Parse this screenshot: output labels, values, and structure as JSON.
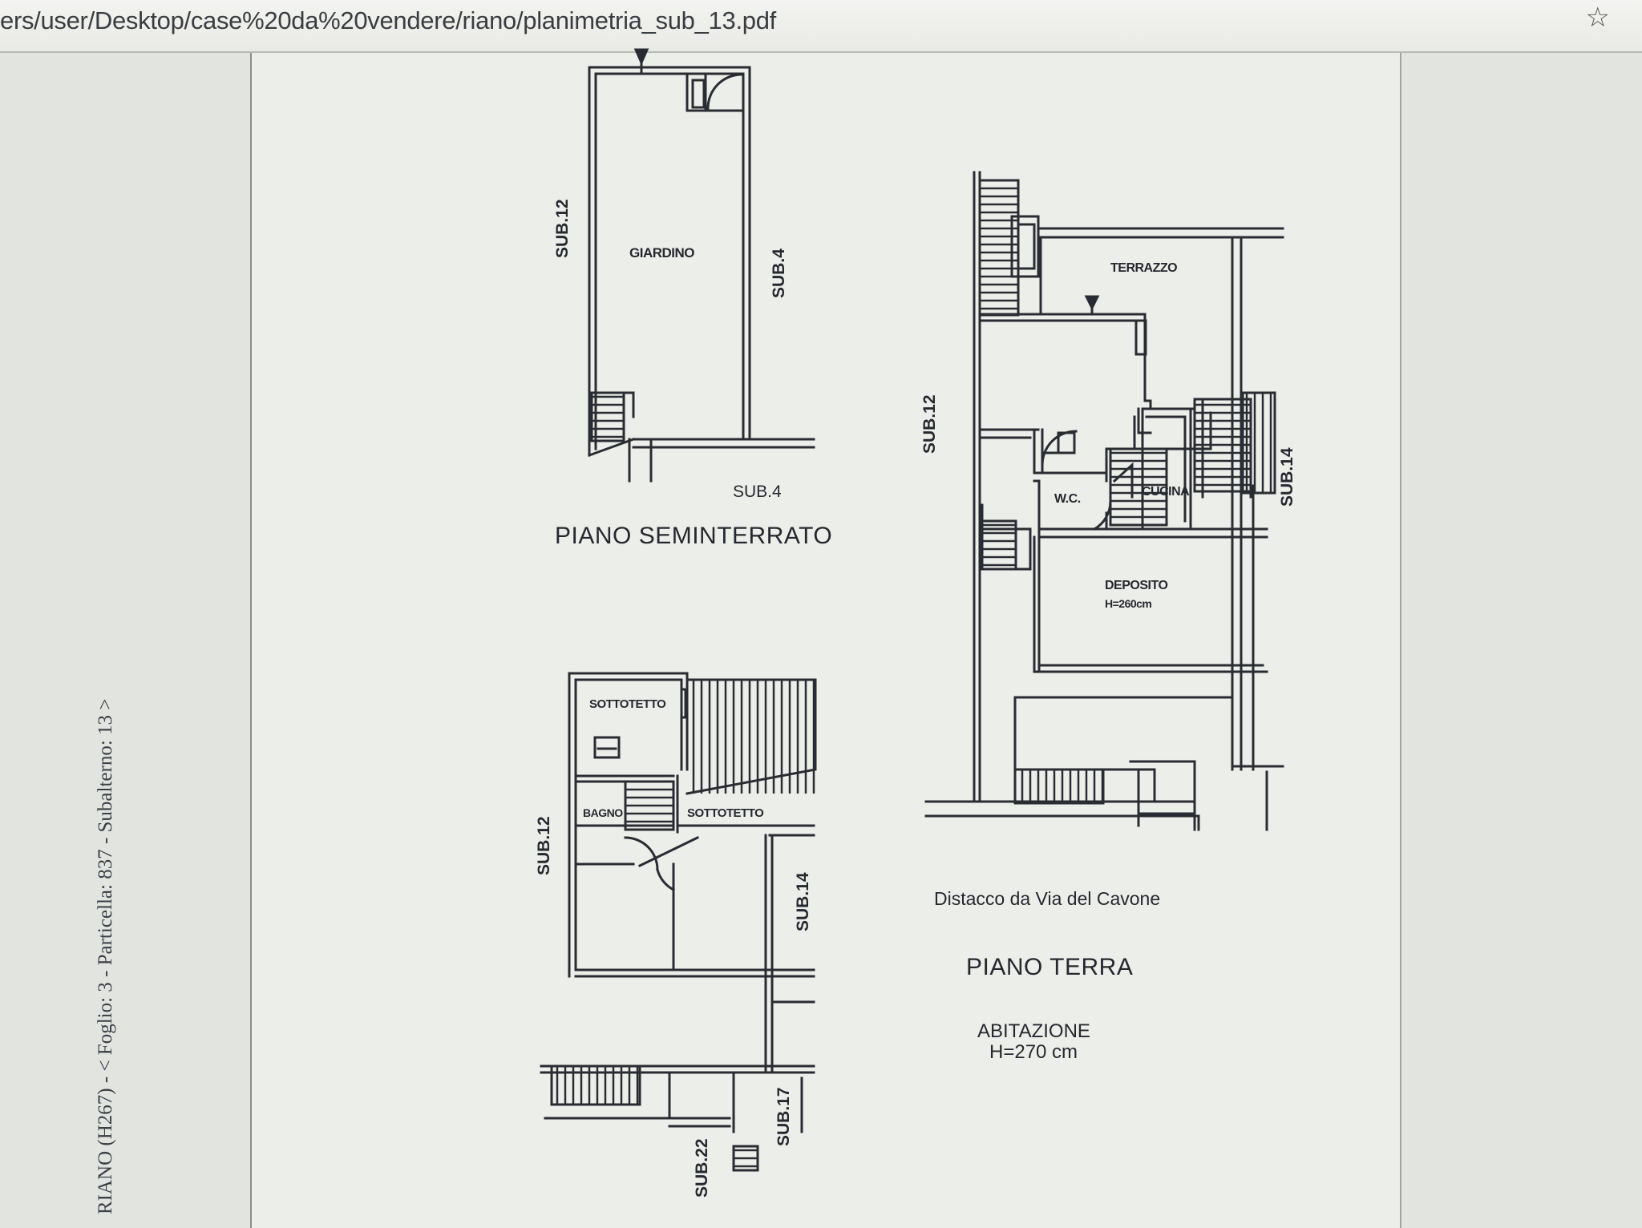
{
  "browser": {
    "url": "ers/user/Desktop/case%20da%20vendere/riano/planimetria_sub_13.pdf",
    "bookmark_icon": "star-icon"
  },
  "document": {
    "side_caption": "RIANO (H267) - < Foglio: 3 - Particella: 837 - Subalterno: 13 >",
    "seminterrato": {
      "title": "PIANO SEMINTERRATO",
      "giardino": "GIARDINO",
      "sub12": "SUB.12",
      "sub4_side": "SUB.4",
      "sub4_bottom": "SUB.4"
    },
    "primo": {
      "sottotetto_top": "SOTTOTETTO",
      "bagno": "BAGNO",
      "sottotetto_mid": "SOTTOTETTO",
      "sub12": "SUB.12",
      "sub14": "SUB.14",
      "sub17": "SUB.17",
      "sub22": "SUB.22"
    },
    "terra": {
      "terrazzo": "TERRAZZO",
      "wc": "W.C.",
      "cucina": "CUCINA",
      "deposito": "DEPOSITO",
      "deposito_h": "H=260cm",
      "sub12": "SUB.12",
      "sub14": "SUB.14",
      "distacco": "Distacco  da Via del Cavone",
      "title": "PIANO  TERRA",
      "abitazione": "ABITAZIONE",
      "abitazione_h": "H=270 cm"
    }
  }
}
